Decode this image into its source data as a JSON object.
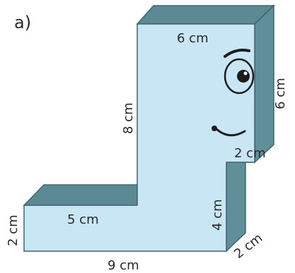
{
  "part_label": "a)",
  "figure": {
    "description_colors": {
      "front": "#c8e6f4",
      "top": "#5b8a95",
      "side": "#5f8f99",
      "outline": "#3f6670",
      "eye": "#1c1c1c"
    },
    "dimensions": {
      "top_width": "6 cm",
      "right_height": "6 cm",
      "upper_step_depth": "2 cm",
      "left_height": "8 cm",
      "lower_right_height": "4 cm",
      "lower_top_width": "5 cm",
      "left_end_height": "2 cm",
      "bottom_width": "9 cm",
      "bottom_depth": "2 cm"
    }
  }
}
